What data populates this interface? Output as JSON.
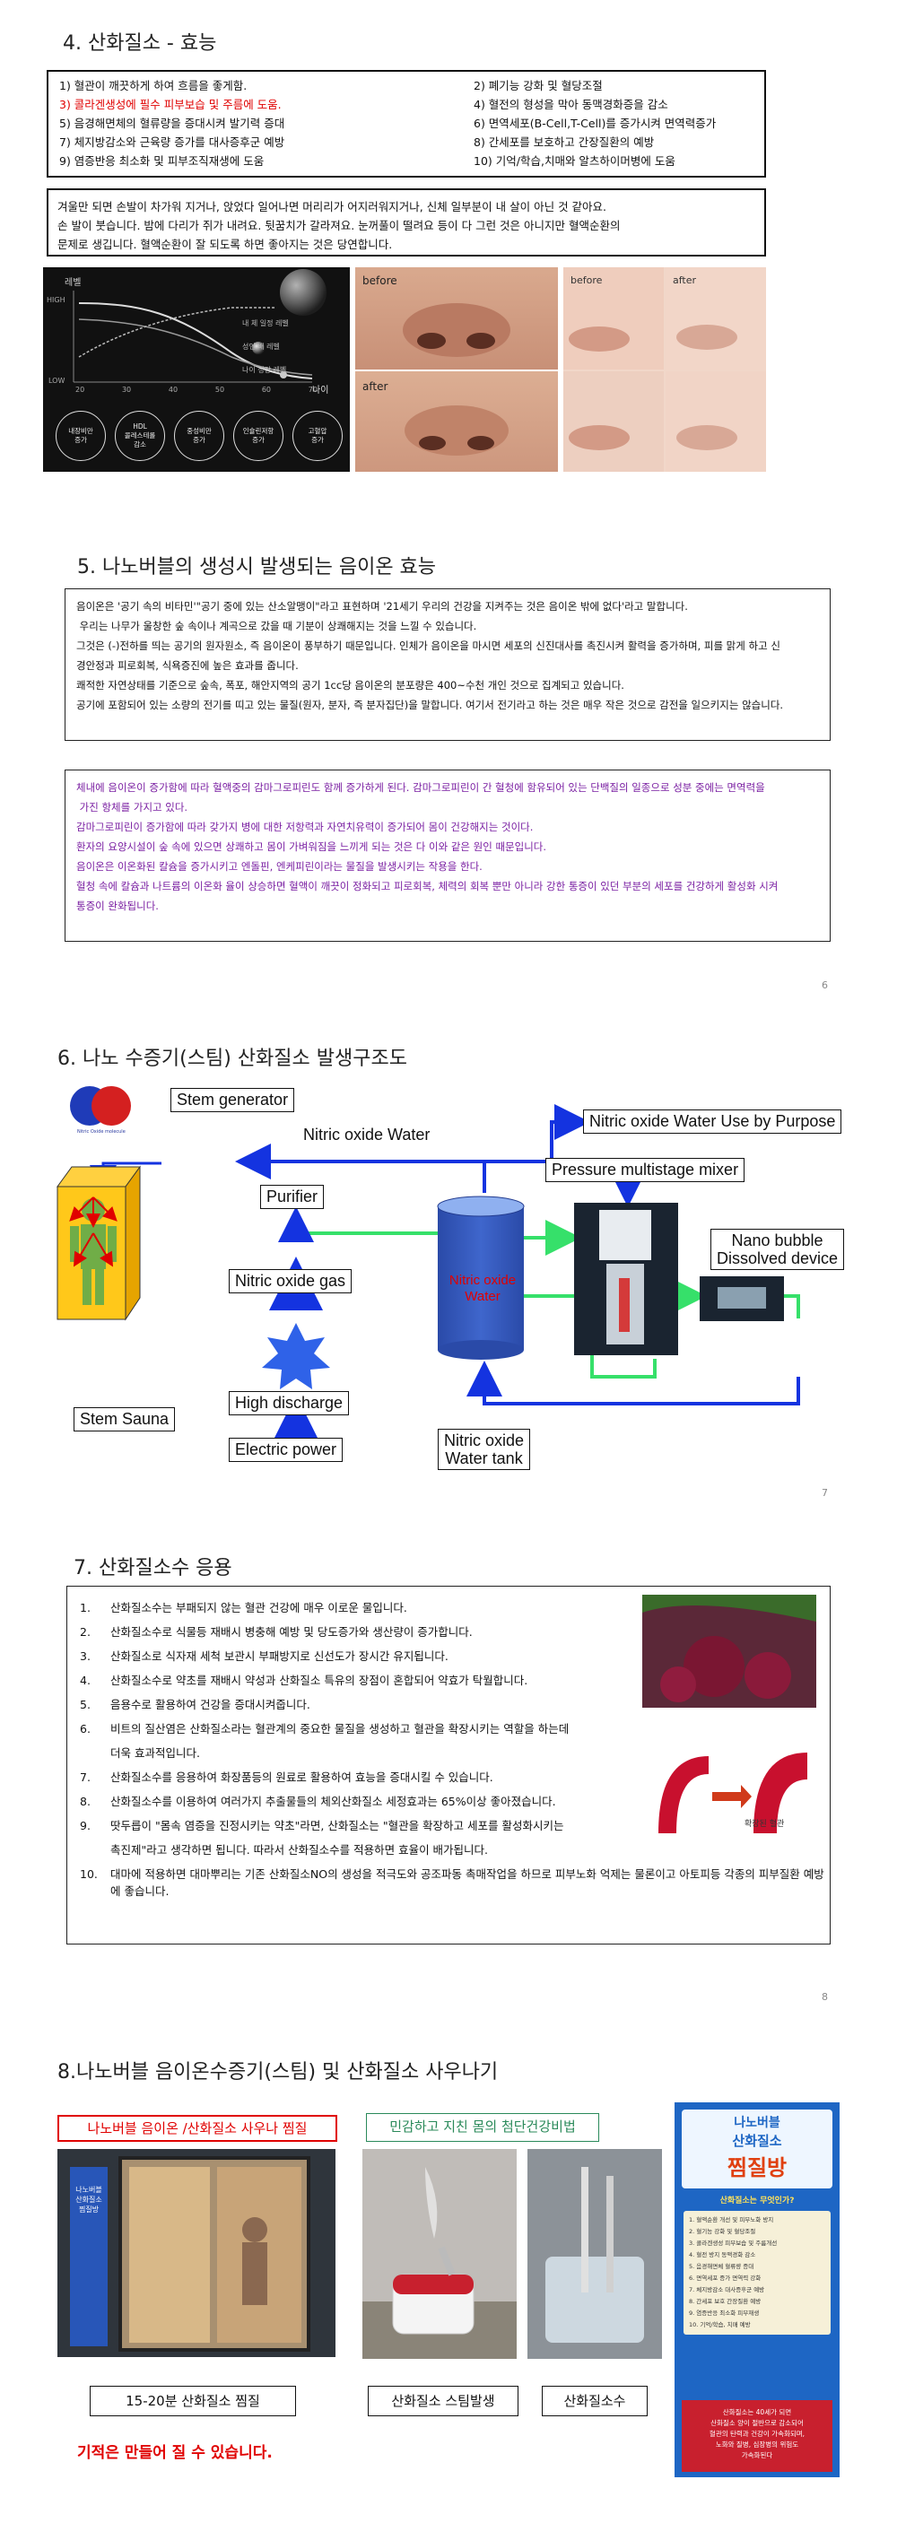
{
  "sec4": {
    "title": "4. 산화질소 - 효능",
    "effects": [
      {
        "text": "1) 혈관이 깨끗하게 하여 흐름을 좋게함.",
        "red": false
      },
      {
        "text": "2) 폐기능 강화 및 혈당조절",
        "red": false
      },
      {
        "text": "3) 콜라겐생성에 필수 피부보습 및 주름에 도움.",
        "red": true
      },
      {
        "text": "4) 혈전의 형성을 막아 동맥경화증을 감소",
        "red": false
      },
      {
        "text": "5) 음경해면체의 혈류량을 증대시켜 발기력 증대",
        "red": false
      },
      {
        "text": "6) 면역세포(B-Cell,T-Cell)를 증가시켜 면역력증가",
        "red": false
      },
      {
        "text": "7) 체지방감소와 근육량 증가를  대사증후군 예방",
        "red": false
      },
      {
        "text": "8) 간세포를 보호하고 간장질환의 예방",
        "red": false
      },
      {
        "text": "9) 염증반응 최소화 및 피부조직재생에 도움",
        "red": false
      },
      {
        "text": "10) 기억/학습,치매와 알츠하이머병에 도움",
        "red": false
      }
    ],
    "paragraph": [
      "겨울만 되면 손발이 차가워 지거나, 앉었다 일어나면 머리리가 어지러워지거나, 신체 일부분이 내 살이 아닌 것 같아요.",
      "손 발이 붓습니다. 밤에 다리가 쥐가 내려요. 뒷꿈치가 갈라져요. 눈꺼풀이 떨려요 등이 다 그런 것은 아니지만 혈액순환의",
      "문제로 생깁니다. 혈액순환이 잘 되도록 하면 좋아지는 것은 당연합니다."
    ],
    "chart": {
      "y_label": "레벨",
      "y_high": "HIGH",
      "y_low": "LOW",
      "x_label": "나이",
      "x_ticks": [
        "20",
        "30",
        "40",
        "50",
        "60",
        "70"
      ],
      "series": [
        "내 체 일정 레벨",
        "성인 배 레벨",
        "나이 성장 레벨"
      ],
      "circles": [
        "내장비만\n증가",
        "HDL\n콜레스테롤\n감소",
        "중성비만\n증가",
        "인슐린저항\n증가",
        "고혈압\n증가"
      ]
    },
    "before_label": "before",
    "after_label": "after",
    "before_label2": "before",
    "after_label2": "after"
  },
  "sec5": {
    "title": "5. 나노버블의 생성시 발생되는 음이온 효능",
    "box1": [
      "음이온은 '공기 속의 비타민'\"공기 중에 있는 산소알맹이\"라고 표현하며 '21세기 우리의 건강을 지켜주는 것은 음이온 밖에 없다'라고 말합니다.",
      " 우리는 나무가 울창한 숲 속이나 계곡으로 갔을 때 기분이 상쾌해지는 것을 느낄 수 있습니다.",
      "그것은 (-)전하를 띄는 공기의 원자원소, 즉 음이온이 풍부하기 때문입니다. 인체가 음이온을 마시면 세포의 신진대사를 촉진시켜 활력을 증가하며, 피를 맑게 하고 신",
      "경안정과 피로회복, 식욕증진에 높은 효과를 줍니다.",
      "쾌적한 자연상태를 기준으로 숲속, 폭포, 해안지역의 공기 1cc당 음이온의 분포량은 400~수천 개인 것으로 집계되고 있습니다.",
      "공기에 포함되어 있는 소량의 전기를 띠고 있는 물질(원자, 분자, 즉 분자집단)을 말합니다. 여기서 전기라고 하는 것은 매우 작은 것으로 감전을 일으키지는 않습니다."
    ],
    "box2": [
      "체내에 음이온이 증가함에 따라 혈액중의 감마그로피린도 함께 증가하게 된다. 감마그로피린이 간 혈청에 함유되어 있는 단백질의 일종으로 성분 중에는 면역력을",
      " 가진 항체를 가지고 있다.",
      "감마그로피린이 증가함에 따라 갖가지 병에 대한 저항력과 자연치유력이 증가되어 몸이 건강해지는 것이다.",
      "환자의 요양시설이 숲 속에 있으면 상쾌하고 몸이 가벼워짐을 느끼게 되는 것은 다 이와 같은 원인 때문입니다.",
      "음이온은 이온화된 칼슘을 증가시키고 엔돌핀, 엔케피린이라는 물질을 발생시키는 작용을 한다.",
      "혈청 속에 칼슘과 나트륨의 이온화 율이 상승하면 혈액이 깨끗이 정화되고 피로회복, 체력의 회복 뿐만 아니라 강한 통증이 있던 부분의 세포를 건강하게 활성화 시켜",
      "통증이 완화됩니다."
    ],
    "page": "6"
  },
  "sec6": {
    "title": "6. 나노 수증기(스팀) 산화질소 발생구조도",
    "molecule_caption": "Nitric Oxide molecule",
    "labels": {
      "stem_generator": "Stem generator",
      "nitric_oxide_water": "Nitric oxide Water",
      "use_by_purpose": "Nitric oxide Water Use by Purpose",
      "mixer": "Pressure multistage mixer",
      "purifier": "Purifier",
      "no_gas": "Nitric oxide gas",
      "high_discharge": "High discharge",
      "electric_power": "Electric power",
      "tank_inner": "Nitric oxide\nWater",
      "tank": "Nitric oxide\nWater tank",
      "nano_bubble": "Nano bubble\nDissolved device",
      "stem_sauna": "Stem Sauna"
    },
    "page": "7"
  },
  "sec7": {
    "title": "7. 산화질소수 응용",
    "items": [
      {
        "n": "1.",
        "text": "산화질소수는 부패되지 않는 혈관 건강에 매우 이로운 물입니다."
      },
      {
        "n": "2.",
        "text": "산화질소수로 식물등 재배시 병충해 예방 및 당도증가와 생산량이 증가합니다."
      },
      {
        "n": "3.",
        "text": "산화질소로 식자재 세척 보관시 부패방지로 신선도가 장시간 유지됩니다."
      },
      {
        "n": "4.",
        "text": "산화질소수로 약초를 재배시 약성과 산화질소 특유의 장점이 혼합되어 약효가 탁월합니다."
      },
      {
        "n": "5.",
        "text": "음용수로 활용하여 건강을 증대시켜줍니다."
      },
      {
        "n": "6.",
        "text": "비트의 질산염은 산화질소라는 혈관계의 중요한 물질을 생성하고 혈관을 확장시키는 역할을 하는데"
      },
      {
        "n": "",
        "text": "더욱 효과적입니다."
      },
      {
        "n": "7.",
        "text": "산화질소수를 응용하여 화장품등의 원료로 활용하여 효능을 증대시킬 수 있습니다."
      },
      {
        "n": "8.",
        "text": "산화질소수를 이용하여 여러가지 추출물들의 체외산화질소 세정효과는 65%이상 좋아졌습니다."
      },
      {
        "n": "9.",
        "text": "땃두릅이 \"몸속 염증을 진정시키는 약초\"라면, 산화질소는 \"혈관을 확장하고 세포를 활성화시키는"
      },
      {
        "n": "",
        "text": "촉진제\"라고 생각하면 됩니다. 따라서 산화질소수를  적용하면 효율이 배가됩니다."
      },
      {
        "n": "10.",
        "text": "대마에 적용하면 대마뿌리는 기존 산화질소NO의 생성을 적극도와 공조파동 촉매작업을 하므로 피부노화 억제는 물론이고 아토피등 각종의 피부질환 예방에 좋습니다."
      }
    ],
    "vessel_caption": "확장된 혈관",
    "page": "8"
  },
  "sec8": {
    "title": "8.나노버블 음이온수증기(스팀) 및 산화질소 사우나기",
    "red_label": "나노버블 음이온 /산화질소 사우나 찜질",
    "green_label": "민감하고 지친 몸의 첨단건강비법",
    "cap1": "15-20분 산화질소 찜질",
    "cap2": "산화질소 스팀발생",
    "cap3": "산화질소수",
    "slogan": "기적은 만들어 질 수 있습니다.",
    "booth_sign": "나노버블\n산화질소\n찜질방",
    "banner_title1": "나노버블",
    "banner_title2": "산화질소",
    "banner_title3": "찜질방",
    "banner_sub": "산화질소는 무엇인가?",
    "banner_list": [
      "1. 혈액순환 개선 및 피부노화 방지",
      "2. 혈기능 강화 및 혈당조절",
      "3. 콜라겐생성 피부보습 및 주름개선",
      "4. 혈전 방지 동맥경화 감소",
      "5. 음경해면체 혈류량 증대",
      "6. 면역세포 증가 면역력 강화",
      "7. 체지방감소 대사증후군 예방",
      "8. 간세포 보호 간장질환 예방",
      "9. 염증반응 최소화 피부재생",
      "10. 기억/학습, 치매 예방"
    ],
    "banner_footer": "산화질소는 40세가 되면\n산화질소 양이 절반으로 감소되어\n혈관의 탄력과 건강이 가속화되며,\n노화와 질병, 심장병의 위험도\n가속화된다"
  }
}
